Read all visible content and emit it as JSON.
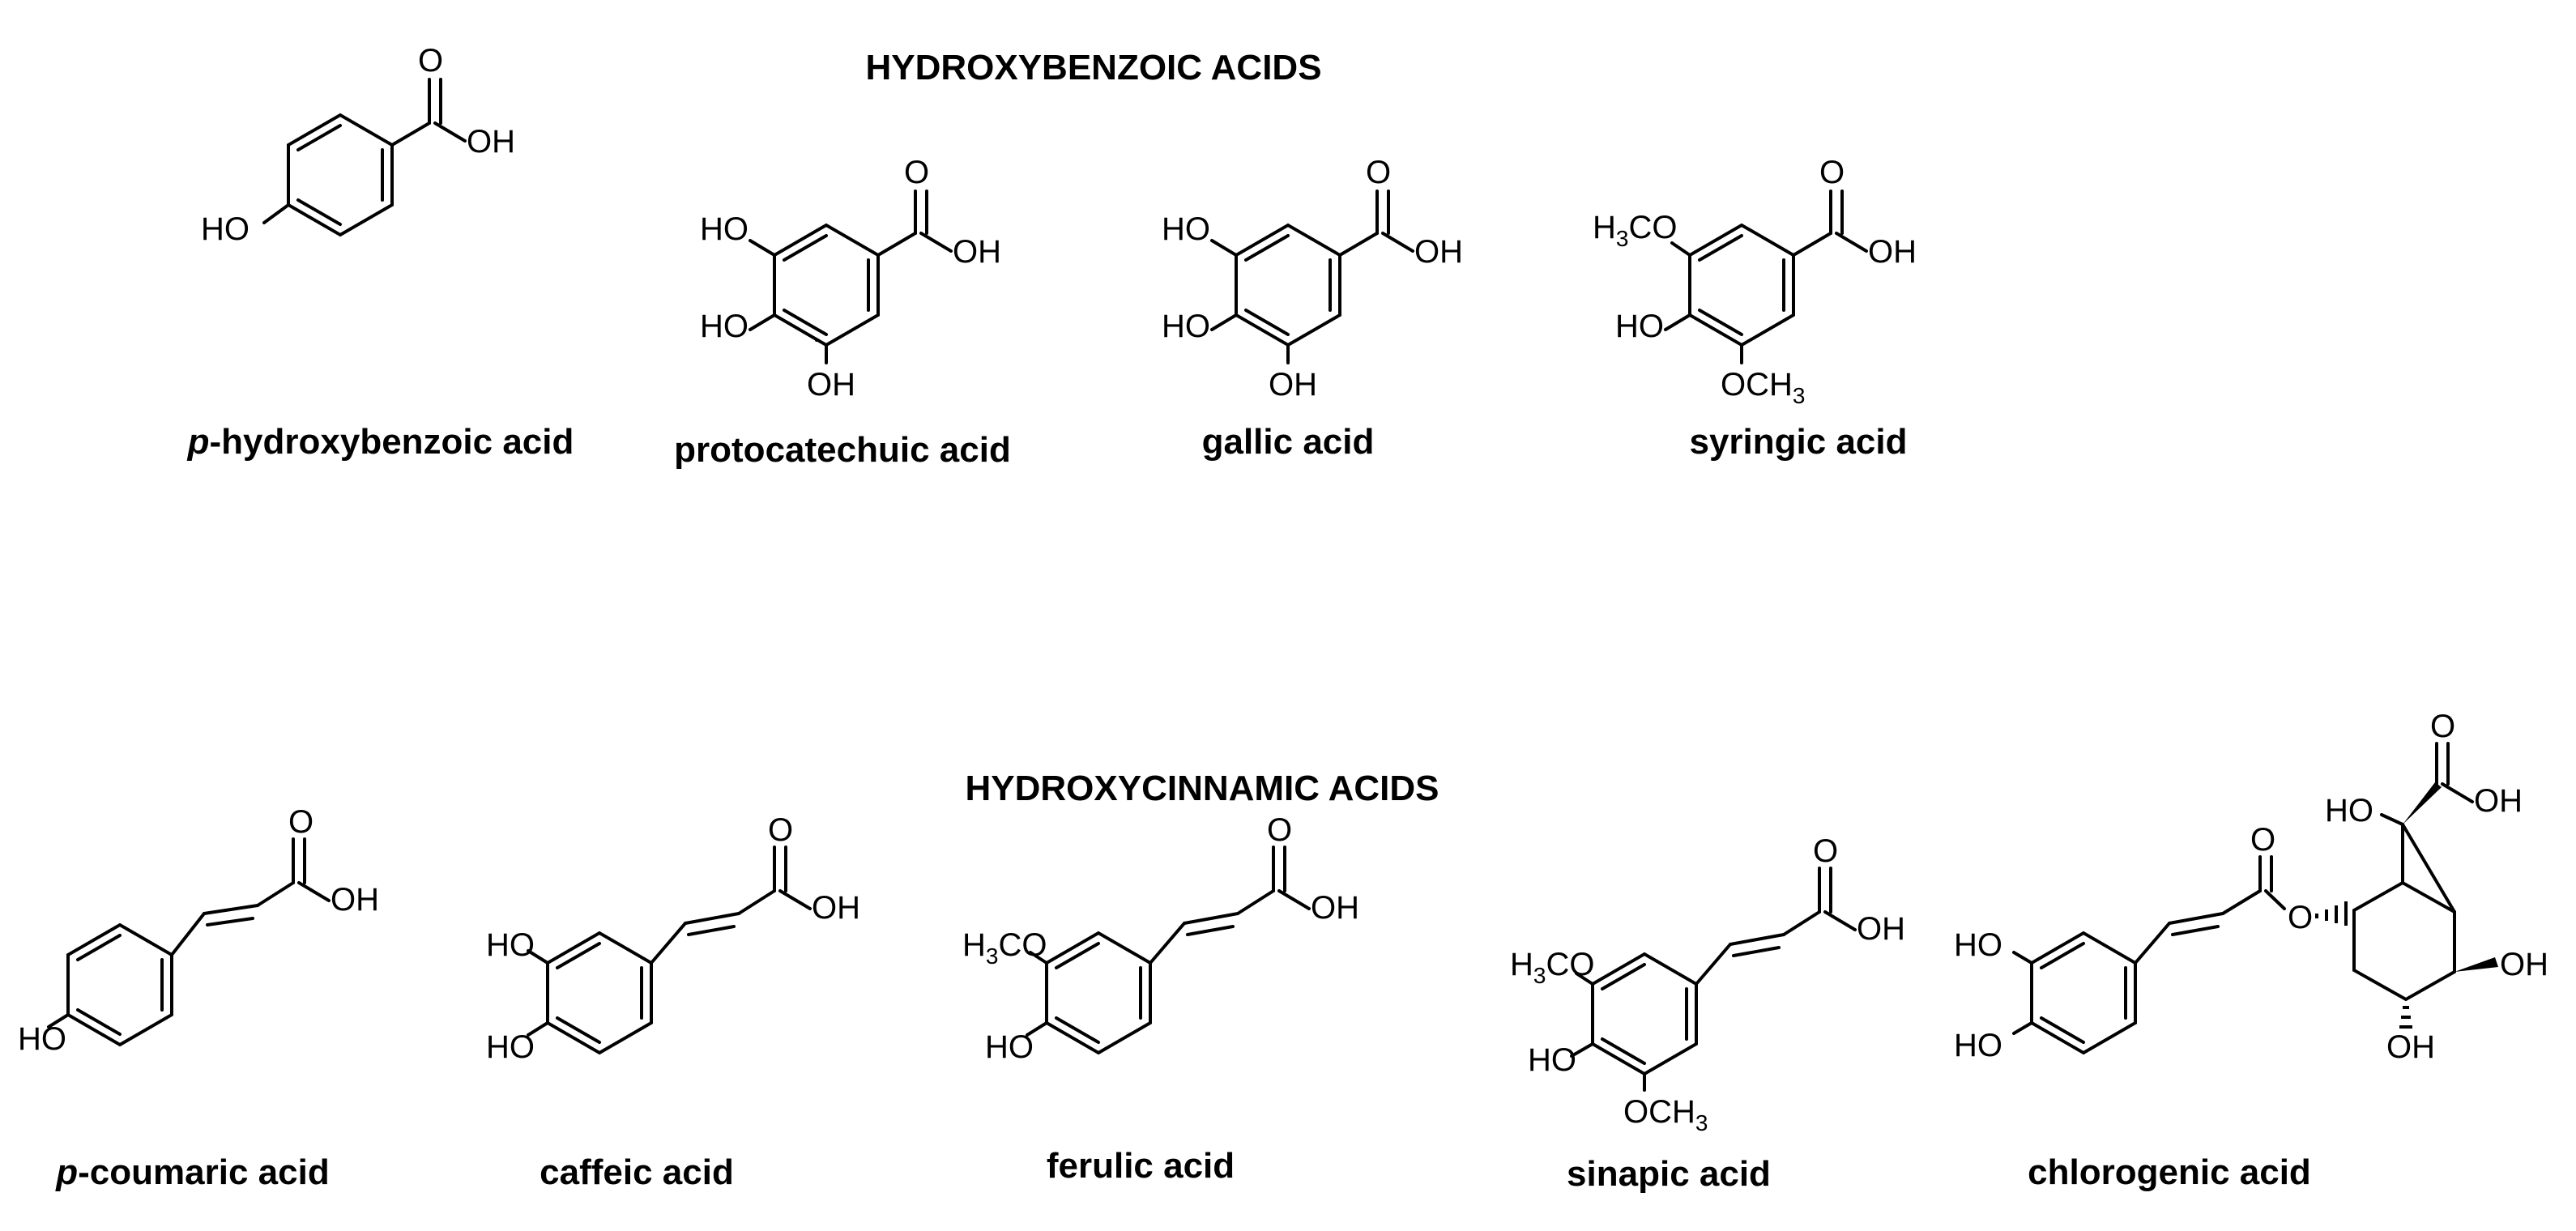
{
  "sections": [
    {
      "heading": "HYDROXYBENZOIC ACIDS",
      "compounds": [
        {
          "name_prefix": "p",
          "name": "-hydroxybenzoic acid"
        },
        {
          "name_prefix": "",
          "name": "protocatechuic acid"
        },
        {
          "name_prefix": "",
          "name": "gallic acid"
        },
        {
          "name_prefix": "",
          "name": "syringic acid"
        }
      ]
    },
    {
      "heading": "HYDROXYCINNAMIC ACIDS",
      "compounds": [
        {
          "name_prefix": "p",
          "name": "-coumaric acid"
        },
        {
          "name_prefix": "",
          "name": "caffeic acid"
        },
        {
          "name_prefix": "",
          "name": "ferulic acid"
        },
        {
          "name_prefix": "",
          "name": "sinapic acid"
        },
        {
          "name_prefix": "",
          "name": "chlorogenic acid"
        }
      ]
    }
  ],
  "atom_labels": {
    "carbonyl_o": "O",
    "oh_right": "OH",
    "ho_left": "HO",
    "h3co": "H3CO",
    "och3": "OCH3",
    "o": "O",
    "ho": "HO",
    "oh": "OH"
  }
}
